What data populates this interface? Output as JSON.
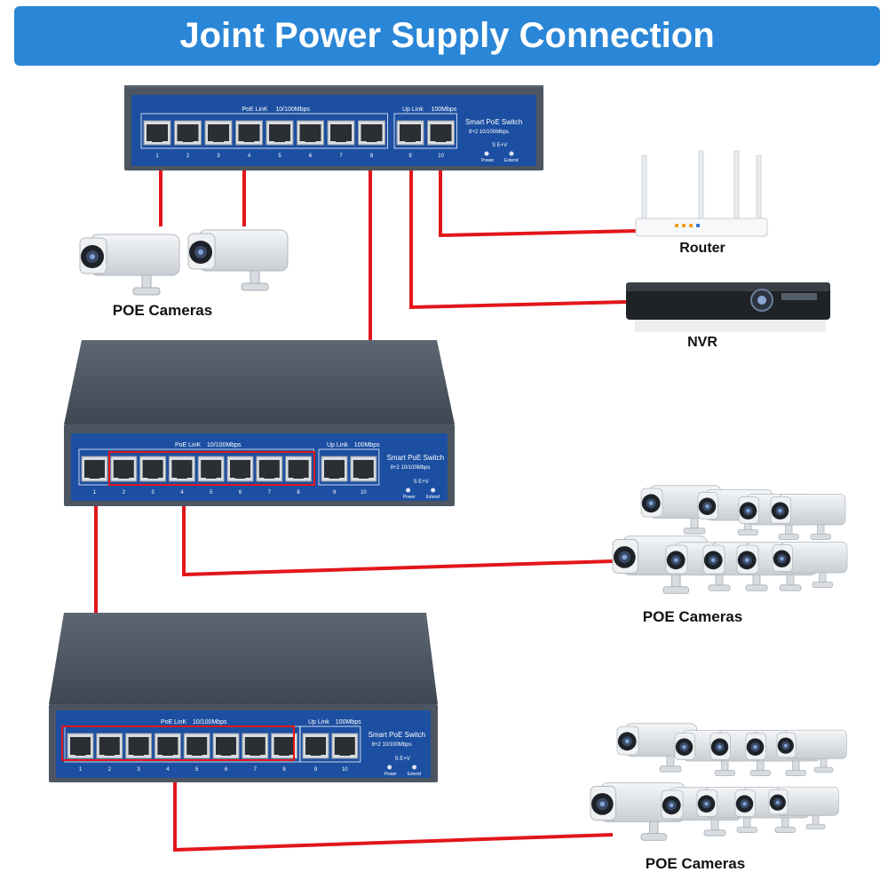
{
  "title": "Joint Power Supply Connection",
  "colors": {
    "banner": "#2a86d6",
    "cable": "#e2161b",
    "switch_body": "#4c5561",
    "switch_panel": "#1c4fa2"
  },
  "switch": {
    "poe_link": "PoE LinK",
    "poe_speed": "10/100Mbps",
    "uplink": "Up Link",
    "uplink_speed": "100Mbps",
    "model": "Smart PoE Switch",
    "model_sub": "8+2 10/100Mbps",
    "led_power": "Power",
    "led_extend": "Extend",
    "dip": "S  E+V",
    "port_numbers": [
      "1",
      "2",
      "3",
      "4",
      "5",
      "6",
      "7",
      "8",
      "9",
      "10"
    ]
  },
  "labels": {
    "router": "Router",
    "nvr": "NVR",
    "cameras_top": "POE Cameras",
    "cameras_mid": "POE Cameras",
    "cameras_bottom": "POE Cameras"
  }
}
